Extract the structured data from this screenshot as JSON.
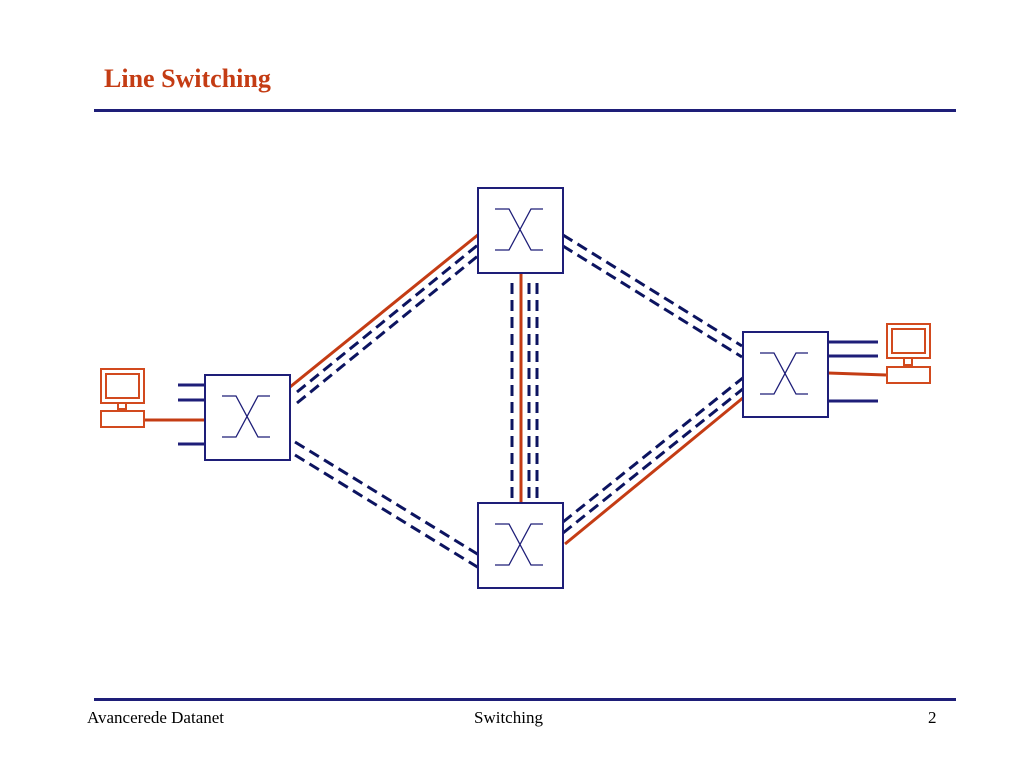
{
  "slide": {
    "title": "Line Switching",
    "footer": {
      "left": "Avancerede Datanet",
      "center": "Switching",
      "page_number": "2"
    }
  },
  "colors": {
    "title": "#c43c14",
    "rule": "#1e1e78",
    "switch_border": "#1e1e78",
    "trunk_dashed": "#0c1460",
    "active_circuit": "#c43c14",
    "computer": "#d24a1e"
  },
  "diagram": {
    "nodes": [
      "computer-left",
      "switch-left",
      "switch-top",
      "switch-bottom",
      "switch-right",
      "computer-right"
    ],
    "links": [
      {
        "from": "switch-left",
        "to": "switch-top",
        "style": "dashed-pair"
      },
      {
        "from": "switch-left",
        "to": "switch-bottom",
        "style": "dashed-pair"
      },
      {
        "from": "switch-top",
        "to": "switch-bottom",
        "style": "dashed-pair"
      },
      {
        "from": "switch-top",
        "to": "switch-right",
        "style": "dashed-pair"
      },
      {
        "from": "switch-bottom",
        "to": "switch-right",
        "style": "dashed-pair"
      }
    ],
    "active_path": [
      "computer-left",
      "switch-left",
      "switch-top",
      "switch-bottom",
      "switch-right",
      "computer-right"
    ],
    "icons": {
      "switch": "crossbar-switch-icon",
      "computer": "computer-terminal-icon"
    }
  }
}
